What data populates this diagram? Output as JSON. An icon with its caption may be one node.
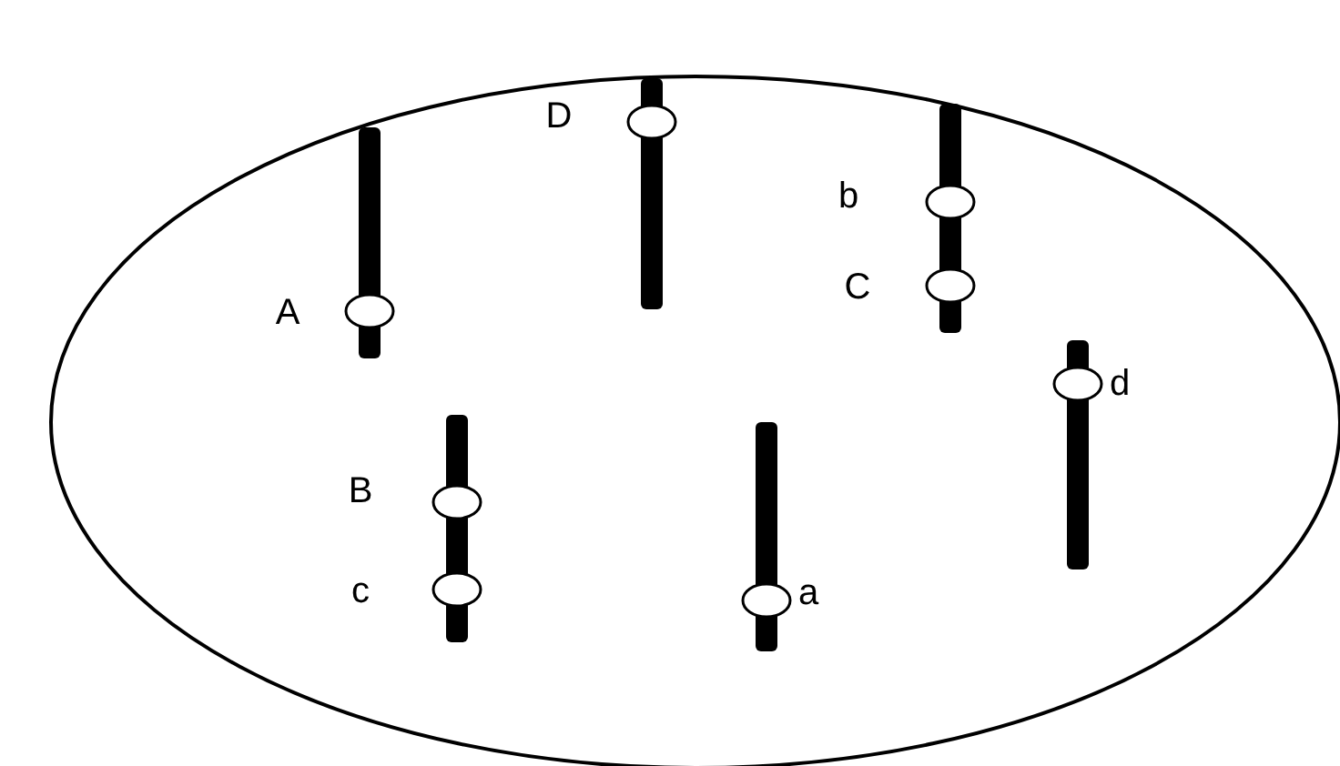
{
  "diagram": {
    "labels": [
      "D",
      "b",
      "C",
      "A",
      "d",
      "B",
      "c",
      "a"
    ]
  }
}
